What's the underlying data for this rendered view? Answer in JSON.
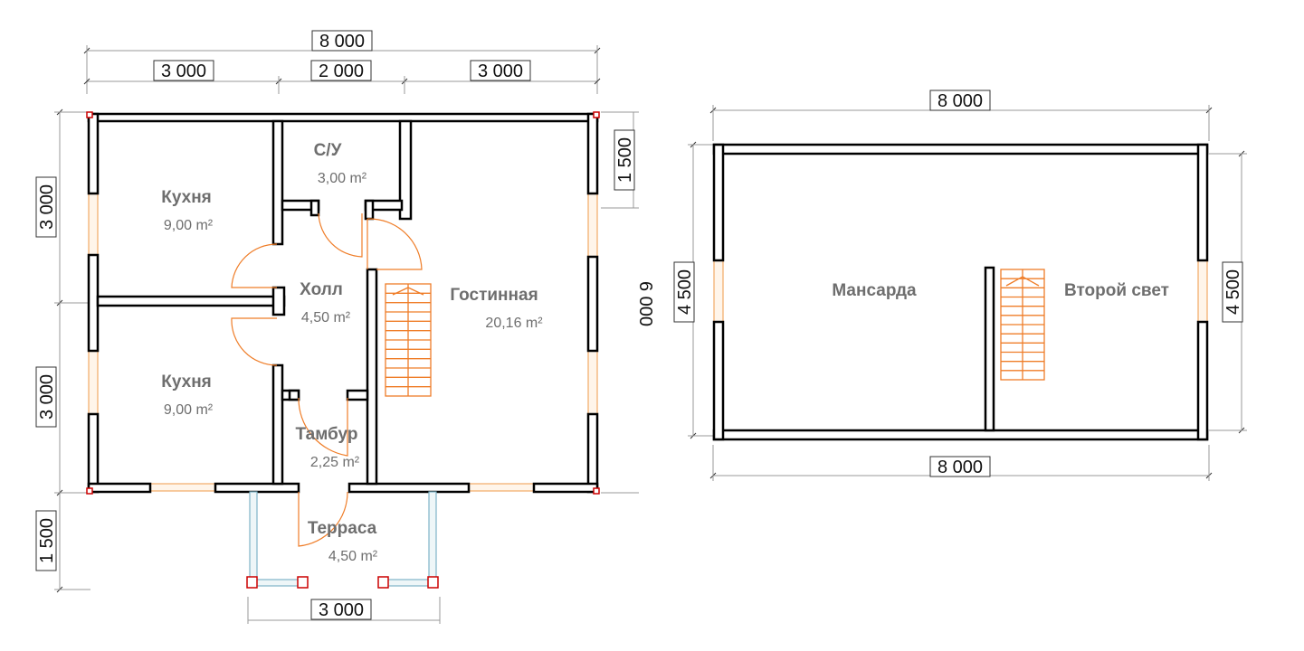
{
  "colors": {
    "wall": "#000000",
    "door": "#ef7d28",
    "room_text": "#6e6e6e",
    "post": "#cc0000",
    "terrace": "#7fb5c8"
  },
  "ground_floor": {
    "dims": {
      "top_total": "8 000",
      "top_left": "3 000",
      "top_mid": "2 000",
      "top_right": "3 000",
      "left_upper": "3 000",
      "left_lower": "3 000",
      "left_terrace": "1 500",
      "right_upper": "1 500",
      "right_total": "6 000",
      "bottom_terrace": "3 000"
    },
    "rooms": [
      {
        "name": "Кухня",
        "area": "9,00 m²"
      },
      {
        "name": "С/У",
        "area": "3,00 m²"
      },
      {
        "name": "Холл",
        "area": "4,50 m²"
      },
      {
        "name": "Гостинная",
        "area": "20,16 m²"
      },
      {
        "name": "Кухня",
        "area": "9,00 m²"
      },
      {
        "name": "Тамбур",
        "area": "2,25 m²"
      },
      {
        "name": "Терраса",
        "area": "4,50 m²"
      }
    ]
  },
  "attic_floor": {
    "dims": {
      "top": "8 000",
      "bottom": "8 000",
      "left": "4 500",
      "right": "4 500"
    },
    "rooms": [
      {
        "name": "Мансарда"
      },
      {
        "name": "Второй свет"
      }
    ]
  }
}
